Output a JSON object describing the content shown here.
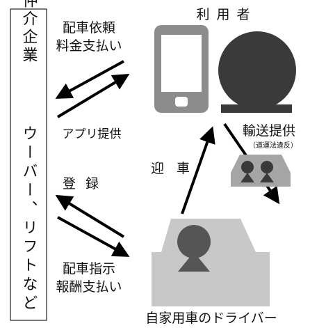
{
  "intermediary": {
    "label_lines": [
      "仲介企業",
      "ウーバー、リフトなど"
    ]
  },
  "left_arrows_top": {
    "label_upper": [
      "配車依頼",
      "料金支払い"
    ],
    "label_lower": "アプリ提供"
  },
  "left_arrows_bottom": {
    "label_upper": "登 録",
    "label_lower": [
      "配車指示",
      "報酬支払い"
    ]
  },
  "user": {
    "label": "利 用 者"
  },
  "pickup": {
    "label": "迎 車"
  },
  "transport": {
    "label": "輸送提供",
    "note": "（道運法違反）"
  },
  "driver": {
    "label": "自家用車のドライバー"
  },
  "colors": {
    "phone": "#8c8c8c",
    "person_dark": "#3a3a3a",
    "car_light": "#c8c8c8",
    "car_small": "#a5a5a5",
    "arrow": "#000000"
  }
}
